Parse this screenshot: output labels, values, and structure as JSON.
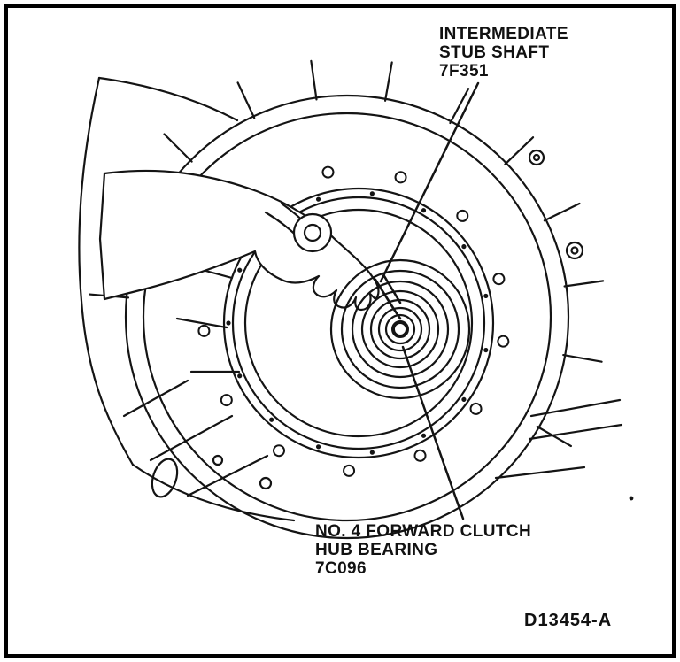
{
  "colors": {
    "line": "#141414",
    "background": "#ffffff"
  },
  "callouts": {
    "stub_shaft": {
      "line1": "INTERMEDIATE",
      "line2": "STUB SHAFT",
      "part_number": "7F351"
    },
    "hub_bearing": {
      "line1": "NO. 4 FORWARD CLUTCH",
      "line2": "HUB BEARING",
      "part_number": "7C096"
    }
  },
  "figure_code": "D13454-A"
}
